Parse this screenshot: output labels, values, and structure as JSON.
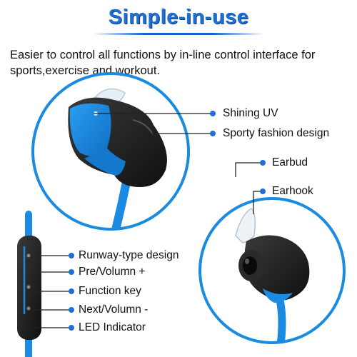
{
  "header": {
    "title": "Simple-in-use",
    "description": "Easier to control all functions by in-line control interface for sports,exercise and workout."
  },
  "callouts": {
    "shining_uv": "Shining UV",
    "sporty_fashion": "Sporty fashion design",
    "earbud": "Earbud",
    "earhook": "Earhook",
    "runway_design": "Runway-type design",
    "pre_volume_up": "Pre/Volumn +",
    "function_key": "Function key",
    "next_volume_down": "Next/Volumn -",
    "led_indicator": "LED Indicator"
  },
  "colors": {
    "accent_blue": "#1d6fd4",
    "cable_blue": "#1a8be0",
    "body_black": "#1b1b1b"
  }
}
